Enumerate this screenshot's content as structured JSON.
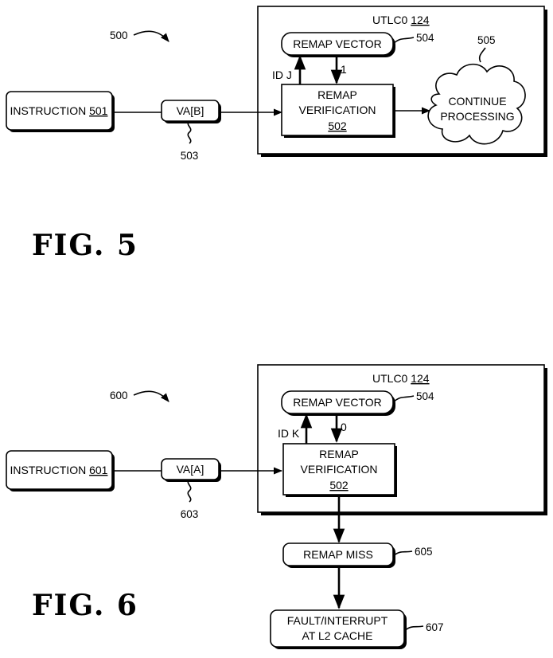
{
  "fig5": {
    "caption": "FIG. 5",
    "ref_main": "500",
    "instruction_text": "INSTRUCTION ",
    "instruction_num": "501",
    "va_label": "VA[B]",
    "va_ref": "503",
    "utlc_text": "UTLC0 ",
    "utlc_num": "124",
    "remap_vector": "REMAP VECTOR",
    "remap_vector_ref": "504",
    "id_label": "ID J",
    "return_value": "1",
    "verif_line1": "REMAP",
    "verif_line2": "VERIFICATION",
    "verif_num": "502",
    "cloud_line1": "CONTINUE",
    "cloud_line2": "PROCESSING",
    "cloud_ref": "505"
  },
  "fig6": {
    "caption": "FIG. 6",
    "ref_main": "600",
    "instruction_text": "INSTRUCTION ",
    "instruction_num": "601",
    "va_label": "VA[A]",
    "va_ref": "603",
    "utlc_text": "UTLC0 ",
    "utlc_num": "124",
    "remap_vector": "REMAP VECTOR",
    "remap_vector_ref": "504",
    "id_label": "ID K",
    "return_value": "0",
    "verif_line1": "REMAP",
    "verif_line2": "VERIFICATION",
    "verif_num": "502",
    "miss_label": "REMAP MISS",
    "miss_ref": "605",
    "fault_line1": "FAULT/INTERRUPT",
    "fault_line2": "AT L2 CACHE",
    "fault_ref": "607"
  }
}
